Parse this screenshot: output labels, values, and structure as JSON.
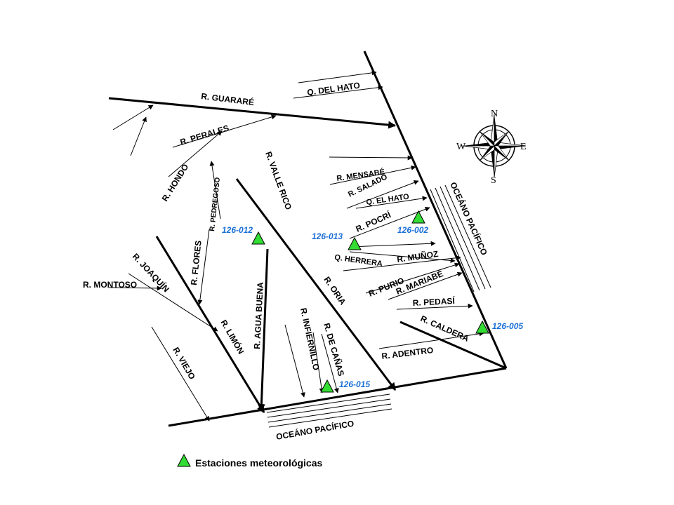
{
  "colors": {
    "station_fill": "#33dd33",
    "station_label": "#1a6fd6",
    "line": "#000000"
  },
  "rivers": {
    "guarare": "R. GUARARÉ",
    "del_hato": "Q. DEL HATO",
    "perales": "R. PERALES",
    "hondo": "R. HONDO",
    "pedregoso": "R. PEDREGOSO",
    "valle_rico": "R. VALLE RICO",
    "mensabe": "R. MENSABÉ",
    "salado": "R. SALADO",
    "el_hato": "Q. EL HATO",
    "pocri": "R. POCRÍ",
    "flores": "R. FLORES",
    "joaquin": "R. JOAQUÍN",
    "montoso": "R. MONTOSO",
    "agua_buena": "R. AGUA BUENA",
    "herrera": "Q. HERRERA",
    "munoz": "R. MUÑOZ",
    "purio": "R. PURIO",
    "mariabe": "R. MARIABÉ",
    "oria": "R. ORIA",
    "pedasi": "R. PEDASÍ",
    "caldera": "R. CALDERA",
    "limon": "R. LIMÓN",
    "infiernillo": "R. INFIERNILLO",
    "de_canas": "R. DE CAÑAS",
    "adentro": "R. ADENTRO",
    "viejo": "R. VIEJO"
  },
  "ocean": {
    "east": "OCEÁNO PACÍFICO",
    "south": "OCEÁNO PACÍFICO"
  },
  "stations": {
    "s012": "126-012",
    "s013": "126-013",
    "s002": "126-002",
    "s005": "126-005",
    "s015": "126-015"
  },
  "compass": {
    "n": "N",
    "s": "S",
    "e": "E",
    "w": "W",
    "icon": "compass-rose-icon"
  },
  "legend": {
    "label": "Estaciones meteorológicas",
    "icon": "station-triangle-icon"
  }
}
